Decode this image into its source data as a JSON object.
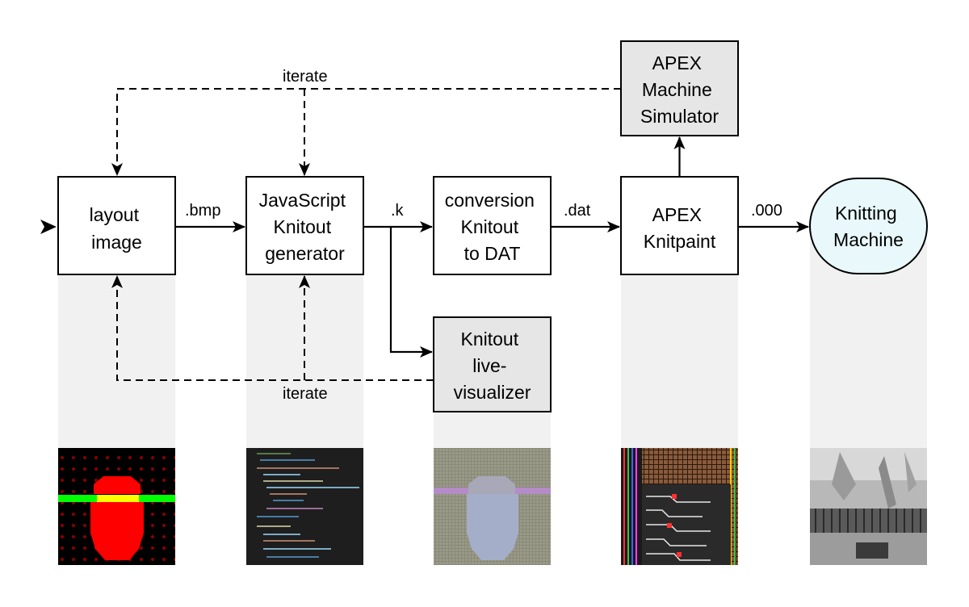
{
  "boxes": {
    "layout": [
      "layout",
      "image"
    ],
    "generator": [
      "JavaScript",
      "Knitout",
      "generator"
    ],
    "conversion": [
      "conversion",
      "Knitout",
      "to DAT"
    ],
    "visualizer": [
      "Knitout",
      "live-",
      "visualizer"
    ],
    "knitpaint": [
      "APEX",
      "Knitpaint"
    ],
    "simulator": [
      "APEX",
      "Machine",
      "Simulator"
    ],
    "machine": [
      "Knitting",
      "Machine"
    ]
  },
  "edges": {
    "bmp": ".bmp",
    "k": ".k",
    "dat": ".dat",
    "ext000": ".000",
    "iterate_top": "iterate",
    "iterate_bottom": "iterate"
  },
  "colors": {
    "box_fill": "#ffffff",
    "gray_box_fill": "#e6e6e6",
    "machine_fill": "#e8f8fb",
    "column_bg": "#f1f1f1",
    "stroke": "#000000"
  },
  "thumbnails": [
    {
      "name": "layout-bitmap-thumbnail",
      "colors": [
        "#000000",
        "#ff0000",
        "#00ff00",
        "#ffff00"
      ]
    },
    {
      "name": "code-editor-thumbnail",
      "colors": [
        "#1e1e1e",
        "#569cd6",
        "#ce9178"
      ]
    },
    {
      "name": "visualizer-render-thumbnail",
      "colors": [
        "#8c8c80",
        "#a0a8c0",
        "#b090c0"
      ]
    },
    {
      "name": "knitpaint-grid-thumbnail",
      "colors": [
        "#000000",
        "#a07050",
        "#ff3030",
        "#40c040"
      ]
    },
    {
      "name": "machine-photo-thumbnail",
      "colors": [
        "#b0b0b0",
        "#404040"
      ]
    }
  ]
}
